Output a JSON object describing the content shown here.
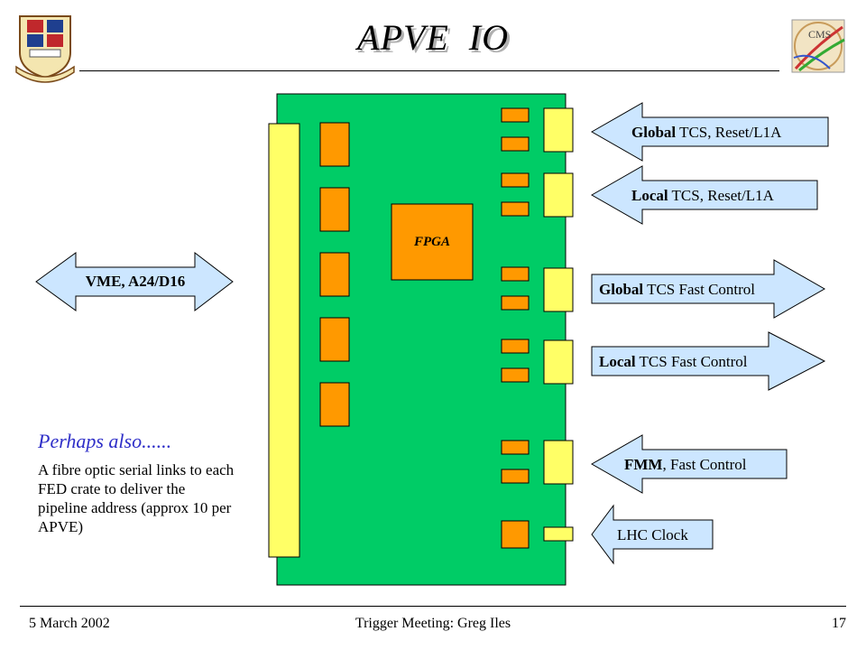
{
  "header": {
    "title": "APVE  IO",
    "left_logo_icon": "imperial-college-crest",
    "right_logo_icon": "cms-logo"
  },
  "diagram": {
    "fpga_label": "FPGA",
    "vme_label": "VME, A24/D16",
    "inputs": [
      {
        "bold": "Global",
        "text": " TCS, Reset/L1A"
      },
      {
        "bold": "Local",
        "text": " TCS, Reset/L1A"
      }
    ],
    "outputs": [
      {
        "bold": "Global",
        "text": " TCS Fast Control"
      },
      {
        "bold": "Local",
        "text": " TCS Fast Control"
      }
    ],
    "fmm": {
      "bold": "FMM",
      "text": ", Fast Control"
    },
    "clock": {
      "text": "LHC Clock"
    },
    "colors": {
      "board": "#00cc66",
      "component": "#ff9900",
      "connector": "#ffff66",
      "arrow": "#cce6ff",
      "outline": "#000000"
    }
  },
  "notes": {
    "perhaps": "Perhaps also......",
    "description": "A fibre optic serial links to each FED crate to deliver the pipeline address (approx 10 per APVE)"
  },
  "footer": {
    "date": "5 March 2002",
    "center": "Trigger Meeting: Greg Iles",
    "page": "17"
  }
}
